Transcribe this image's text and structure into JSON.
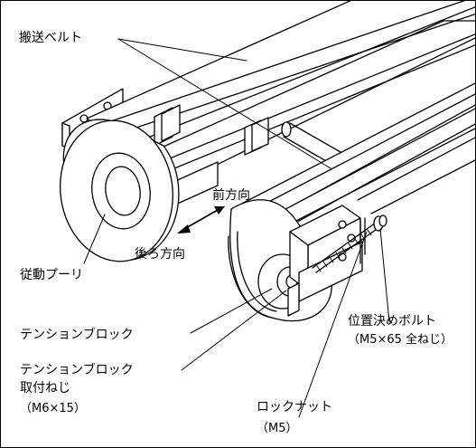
{
  "labels": {
    "transport_belt": "搬送ベルト",
    "forward_direction": "前方向",
    "backward_direction": "後ろ方向",
    "driven_pulley": "従動プーリ",
    "tension_block": "テンションブロック",
    "tension_block_screw_line1": "テンションブロック",
    "tension_block_screw_line2": "取付ねじ",
    "tension_block_screw_spec": "（M6×15）",
    "positioning_bolt": "位置決めボルト",
    "positioning_bolt_spec": "（M5×65 全ねじ）",
    "lock_nut": "ロックナット",
    "lock_nut_spec": "（M5）"
  },
  "colors": {
    "line": "#000000",
    "fill": "#ffffff"
  }
}
